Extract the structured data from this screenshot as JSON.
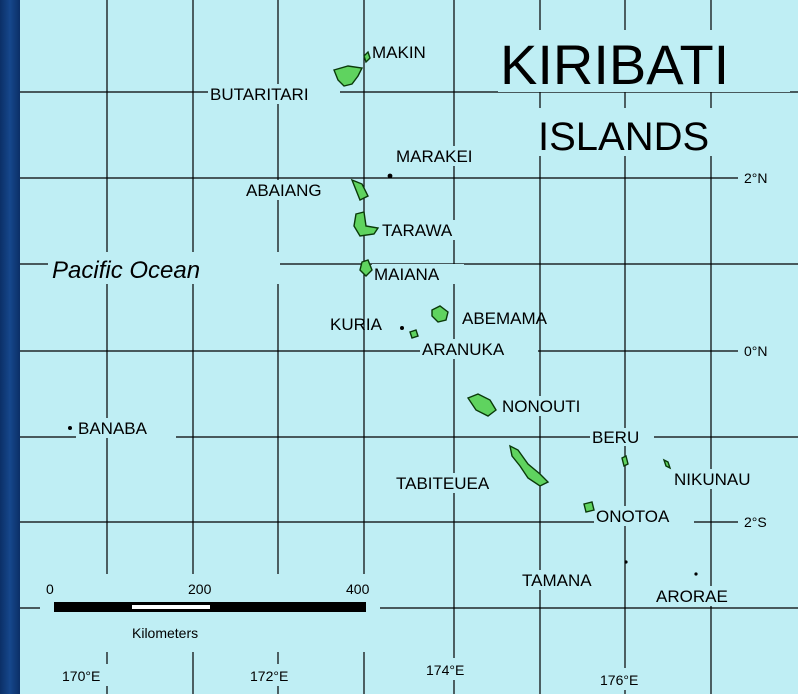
{
  "title": {
    "main": "KIRIBATI",
    "sub": "ISLANDS"
  },
  "ocean_label": "Pacific Ocean",
  "islands": {
    "makin": "MAKIN",
    "butaritari": "BUTARITARI",
    "marakei": "MARAKEI",
    "abaiang": "ABAIANG",
    "tarawa": "TARAWA",
    "maiana": "MAIANA",
    "kuria": "KURIA",
    "abemama": "ABEMAMA",
    "aranuka": "ARANUKA",
    "nonouti": "NONOUTI",
    "banaba": "BANABA",
    "beru": "BERU",
    "nikunau": "NIKUNAU",
    "tabiteuea": "TABITEUEA",
    "onotoa": "ONOTOA",
    "tamana": "TAMANA",
    "arorae": "ARORAE"
  },
  "latitudes": {
    "n2": "2°N",
    "eq": "0°N",
    "s2": "2°S"
  },
  "longitudes": {
    "e170": "170°E",
    "e172": "172°E",
    "e174": "174°E",
    "e176": "176°E"
  },
  "scale": {
    "t0": "0",
    "t200": "200",
    "t400": "400",
    "unit": "Kilometers"
  },
  "colors": {
    "sea": "#bfeef4",
    "land": "#5fd35f",
    "frame": "#0e3a78"
  }
}
